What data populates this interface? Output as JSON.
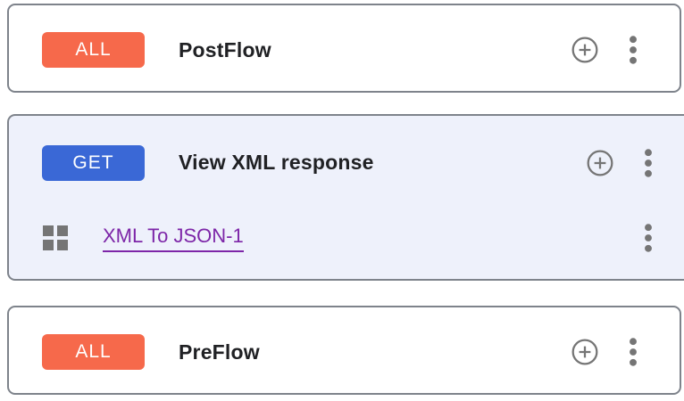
{
  "colors": {
    "all_badge": "#F6694B",
    "get_badge": "#3A68D6",
    "selected_card_bg": "#EEF1FB",
    "link_purple": "#7D26A8",
    "icon_gray": "#757575",
    "border_gray": "#7E838B",
    "title_text": "#202124"
  },
  "flows": [
    {
      "badge": "ALL",
      "badge_type": "all",
      "title": "PostFlow",
      "selected": false
    },
    {
      "badge": "GET",
      "badge_type": "get",
      "title": "View XML response",
      "selected": true,
      "policies": [
        {
          "name": "XML To JSON-1"
        }
      ]
    },
    {
      "badge": "ALL",
      "badge_type": "all",
      "title": "PreFlow",
      "selected": false
    }
  ],
  "icons": {
    "add": "add-circle-icon",
    "menu": "more-vert-icon",
    "policy_drag": "drag-grid-icon"
  }
}
